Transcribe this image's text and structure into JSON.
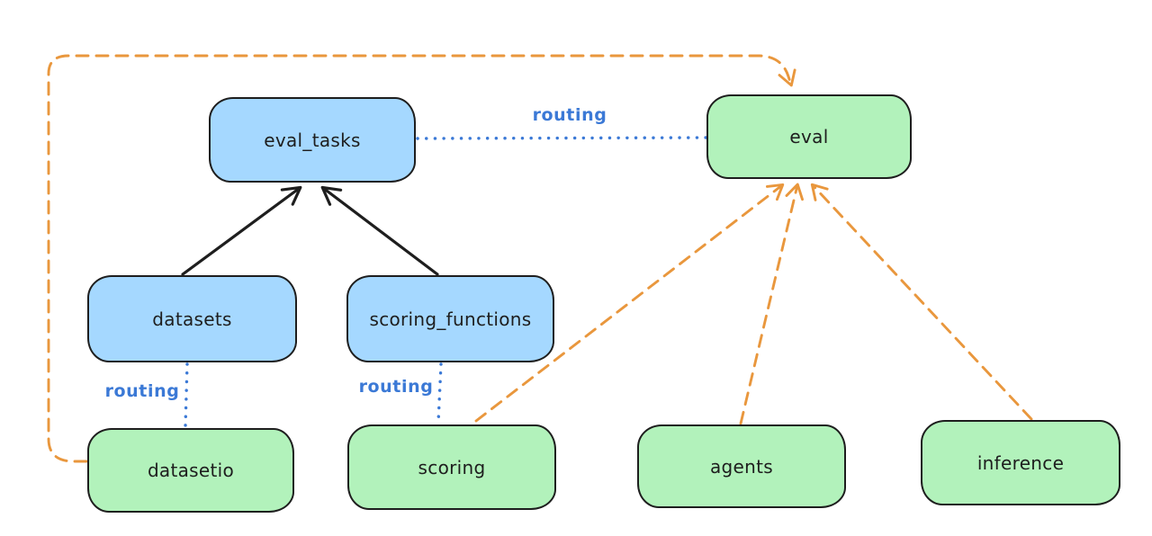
{
  "diagram": {
    "type": "flow-diagram",
    "background": "#ffffff",
    "colors": {
      "blue_node_fill": "#a5d8ff",
      "green_node_fill": "#b2f2bb",
      "node_border": "#1e1e1e",
      "solid_arrow": "#1e1e1e",
      "orange_dashed_arrow": "#e9973d",
      "routing_blue": "#3b79d6"
    },
    "nodes": {
      "eval_tasks": {
        "label": "eval_tasks",
        "color": "blue"
      },
      "eval": {
        "label": "eval",
        "color": "green"
      },
      "datasets": {
        "label": "datasets",
        "color": "blue"
      },
      "scoring_functions": {
        "label": "scoring_functions",
        "color": "blue"
      },
      "datasetio": {
        "label": "datasetio",
        "color": "green"
      },
      "scoring": {
        "label": "scoring",
        "color": "green"
      },
      "agents": {
        "label": "agents",
        "color": "green"
      },
      "inference": {
        "label": "inference",
        "color": "green"
      }
    },
    "labels": {
      "routing_eval_tasks_eval": {
        "text": "routing"
      },
      "routing_datasets_datasetio": {
        "text": "routing"
      },
      "routing_scoring_functions_scoring": {
        "text": "routing"
      }
    },
    "edges": [
      {
        "from": "datasets",
        "to": "eval_tasks",
        "style": "solid",
        "color": "black",
        "arrowhead": "end"
      },
      {
        "from": "scoring_functions",
        "to": "eval_tasks",
        "style": "solid",
        "color": "black",
        "arrowhead": "end"
      },
      {
        "from": "eval_tasks",
        "to": "eval",
        "style": "dotted",
        "color": "blue",
        "label": "routing",
        "arrowhead": "none"
      },
      {
        "from": "datasets",
        "to": "datasetio",
        "style": "dotted",
        "color": "blue",
        "label": "routing",
        "arrowhead": "none"
      },
      {
        "from": "scoring_functions",
        "to": "scoring",
        "style": "dotted",
        "color": "blue",
        "label": "routing",
        "arrowhead": "none"
      },
      {
        "from": "datasetio",
        "to": "eval",
        "style": "dashed",
        "color": "orange",
        "arrowhead": "end"
      },
      {
        "from": "scoring",
        "to": "eval",
        "style": "dashed",
        "color": "orange",
        "arrowhead": "end"
      },
      {
        "from": "agents",
        "to": "eval",
        "style": "dashed",
        "color": "orange",
        "arrowhead": "end"
      },
      {
        "from": "inference",
        "to": "eval",
        "style": "dashed",
        "color": "orange",
        "arrowhead": "end"
      }
    ]
  }
}
